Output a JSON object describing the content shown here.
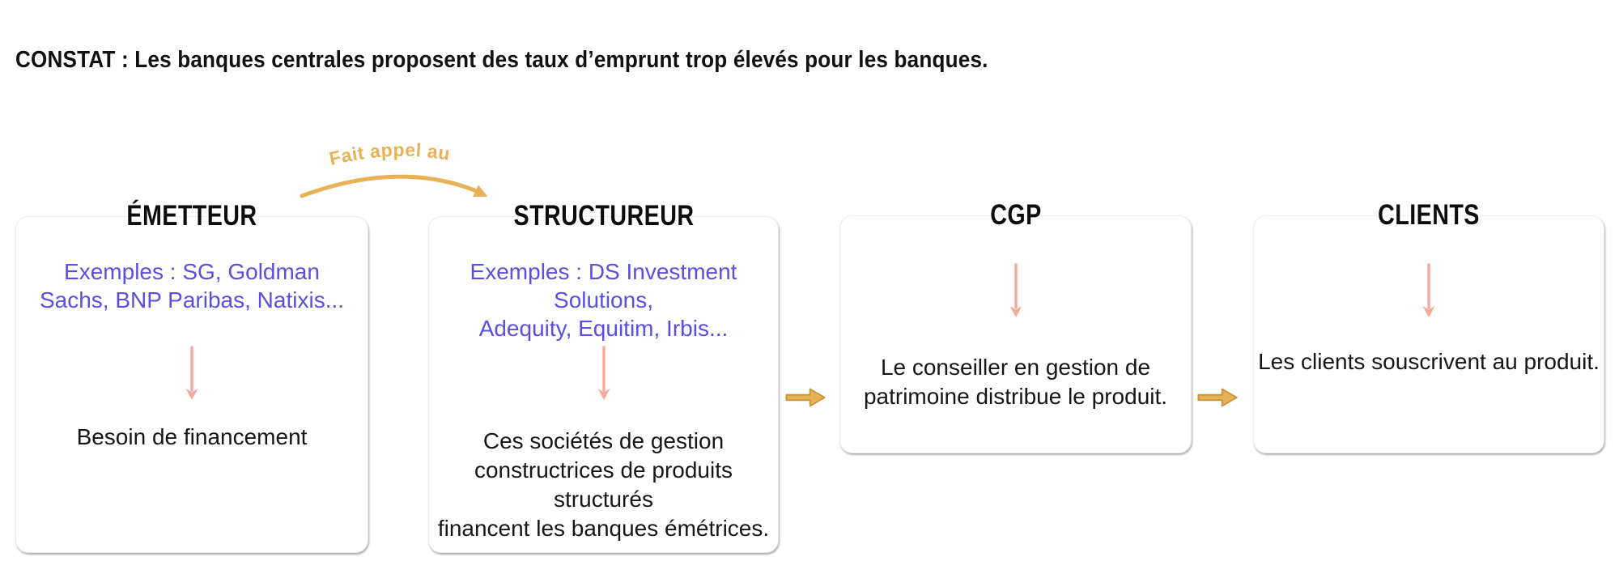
{
  "headline": "CONSTAT : Les banques centrales proposent des taux d’emprunt trop élevés pour les banques.",
  "curved_arrow": {
    "label": "Fait appel au"
  },
  "cards": [
    {
      "title": "ÉMETTEUR",
      "examples": "Exemples : SG, Goldman\nSachs, BNP Paribas, Natixis...",
      "description": "Besoin de financement"
    },
    {
      "title": "STRUCTUREUR",
      "examples": "Exemples : DS Investment Solutions,\nAdequity, Equitim, Irbis...",
      "description": "Ces sociétés de gestion\nconstructrices de produits structurés\nfinancent les banques émétrices."
    },
    {
      "title": "CGP",
      "description": "Le conseiller en gestion de\npatrimoine distribue le produit."
    },
    {
      "title": "CLIENTS",
      "description": "Les clients souscrivent au produit."
    }
  ],
  "colors": {
    "text": "#111111",
    "purple": "#5b4ee0",
    "salmon": "#f8a99b",
    "gold": "#e7b158",
    "gold-dark": "#c6953a"
  }
}
